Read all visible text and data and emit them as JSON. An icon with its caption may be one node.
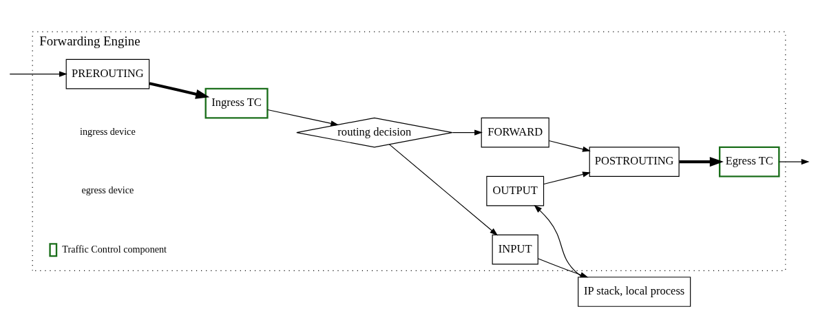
{
  "diagram": {
    "nodes": [
      {
        "text": [
          "IP stack, local process"
        ]
      },
      {
        "text": [
          "Forwarding Engine"
        ]
      },
      {
        "text": [
          "INPUT"
        ],
        "in": 1
      },
      {
        "text": [
          "OUTPUT"
        ],
        "in": 1
      },
      {
        "text": [
          "PREROUTING"
        ],
        "in": 1
      },
      {
        "text": [
          "Ingress TC"
        ],
        "in": 1
      },
      {
        "text": [
          "routing decision"
        ],
        "in": 1
      },
      {
        "text": [
          "POSTROUTING"
        ],
        "in": 1
      },
      {
        "text": [
          "Egress TC"
        ],
        "in": 1
      },
      {
        "text": [
          "FORWARD"
        ],
        "in": 1
      }
    ],
    "edges": [
      {
        "from": null,
        "to": 4,
        "arrow": "to"
      },
      {
        "from": 4,
        "to": 5,
        "arrow": "to",
        "style": "thick"
      },
      {
        "from": 5,
        "to": 6,
        "arrow": "to"
      },
      {
        "from": 6,
        "to": 2,
        "arrow": "to"
      },
      {
        "from": 2,
        "to": 0,
        "arrow": "to"
      },
      {
        "from": 0,
        "to": 3,
        "arrow": "to"
      },
      {
        "from": 3,
        "to": 7,
        "arrow": "to"
      },
      {
        "from": 6,
        "to": 9,
        "arrow": "to"
      },
      {
        "from": 9,
        "to": 7,
        "arrow": "to"
      },
      {
        "from": 7,
        "to": 8,
        "arrow": "to",
        "style": "thick"
      },
      {
        "from": 8,
        "to": null,
        "arrow": "to"
      }
    ],
    "labels": [
      "ingress device",
      "egress device"
    ],
    "legend": [
      {
        "text": "Traffic Control component"
      }
    ]
  }
}
